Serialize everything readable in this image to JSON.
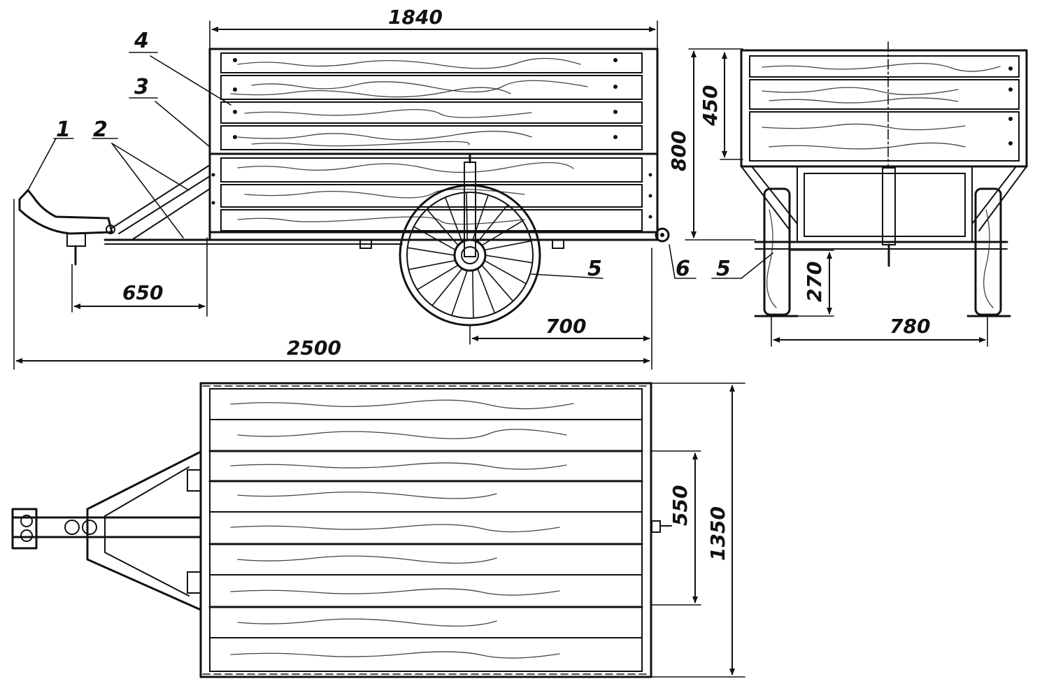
{
  "drawing": {
    "colors": {
      "ink": "#111111",
      "paper": "#ffffff"
    },
    "callouts": [
      {
        "id": "c1",
        "label": "1"
      },
      {
        "id": "c2",
        "label": "2"
      },
      {
        "id": "c3",
        "label": "3"
      },
      {
        "id": "c4",
        "label": "4"
      },
      {
        "id": "c5a",
        "label": "5"
      },
      {
        "id": "c5b",
        "label": "5"
      },
      {
        "id": "c6",
        "label": "6"
      }
    ],
    "dimensions": {
      "body_length": "1840",
      "hitch_offset": "650",
      "overall_length": "2500",
      "axle_to_rear": "700",
      "overall_height": "800",
      "side_height": "450",
      "ground_clearance": "270",
      "track_width": "780",
      "deck_width": "1350",
      "axle_span": "550"
    }
  }
}
